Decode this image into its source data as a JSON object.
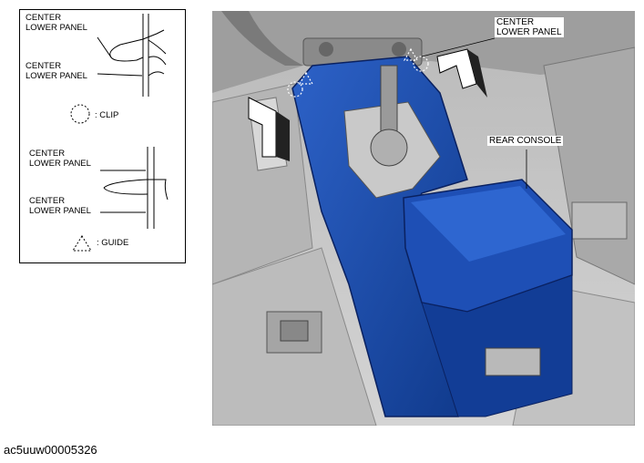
{
  "legend": {
    "top_label_1": "CENTER\nLOWER PANEL",
    "top_label_2": "CENTER\nLOWER PANEL",
    "clip_label": ": CLIP",
    "bottom_label_1": "CENTER\nLOWER PANEL",
    "bottom_label_2": "CENTER\nLOWER PANEL",
    "guide_label": ": GUIDE"
  },
  "callouts": {
    "center_lower_panel": "CENTER\nLOWER PANEL",
    "rear_console": "REAR CONSOLE"
  },
  "colors": {
    "highlight_blue": "#1f4fb0",
    "dark_blue": "#0d2a6e",
    "interior_gray": "#c9c9c9"
  },
  "caption": "ac5uuw00005326"
}
